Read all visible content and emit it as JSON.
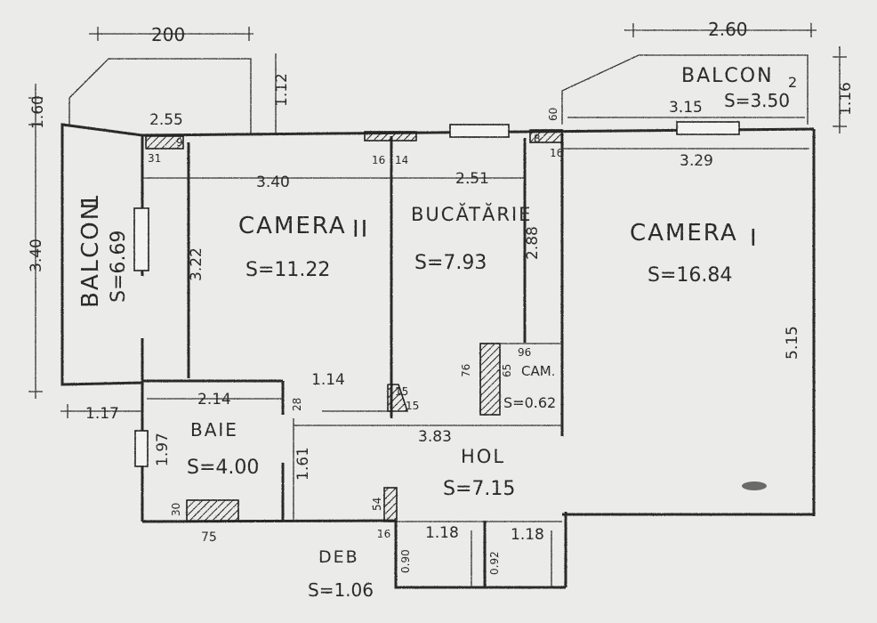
{
  "plan": {
    "rooms": {
      "camera2": {
        "name": "CAMERA",
        "numeral": "II",
        "area": "S=11.22"
      },
      "bucatarie": {
        "name": "BUCĂTĂRIE",
        "area": "S=7.93"
      },
      "camera1": {
        "name": "CAMERA",
        "numeral": "I",
        "area": "S=16.84"
      },
      "balcon1": {
        "name": "BALCON",
        "numeral": "1",
        "area": "S=6.69"
      },
      "balcon2": {
        "name": "BALCON",
        "numeral": "2",
        "area": "S=3.50"
      },
      "baie": {
        "name": "BAIE",
        "area": "S=4.00"
      },
      "hol": {
        "name": "HOL",
        "area": "S=7.15"
      },
      "deb": {
        "name": "DEB",
        "area": "S=1.06"
      },
      "cam": {
        "name": "CAM.",
        "area": "S=0.62"
      }
    },
    "dims": {
      "top_left": "200",
      "top_right": "2.60",
      "d_255": "2.55",
      "d_112": "1.12",
      "d_160": "1.60",
      "d_60": "60",
      "d_116": "1.16",
      "d_315": "3.15",
      "d_329": "3.29",
      "d_340_left": "3.40",
      "d_340_top": "3.40",
      "d_251": "2.51",
      "d_322": "3.22",
      "d_288": "2.88",
      "d_515": "5.15",
      "d_114": "1.14",
      "d_214": "2.14",
      "d_117": "1.17",
      "d_197": "1.97",
      "d_161": "1.61",
      "d_28": "28",
      "d_383": "3.83",
      "d_118a": "1.18",
      "d_118b": "1.18",
      "d_090": "0.90",
      "d_092": "0.92",
      "d_54": "54",
      "d_16a": "16",
      "d_16b": "16",
      "d_16c": "16",
      "d_14": "14",
      "d_31": "31",
      "d_9": "9",
      "d_8": "8",
      "d_96": "96",
      "d_76": "76",
      "d_65": "65",
      "d_15a": "15",
      "d_15b": "15",
      "d_30": "30",
      "d_75": "75"
    }
  }
}
